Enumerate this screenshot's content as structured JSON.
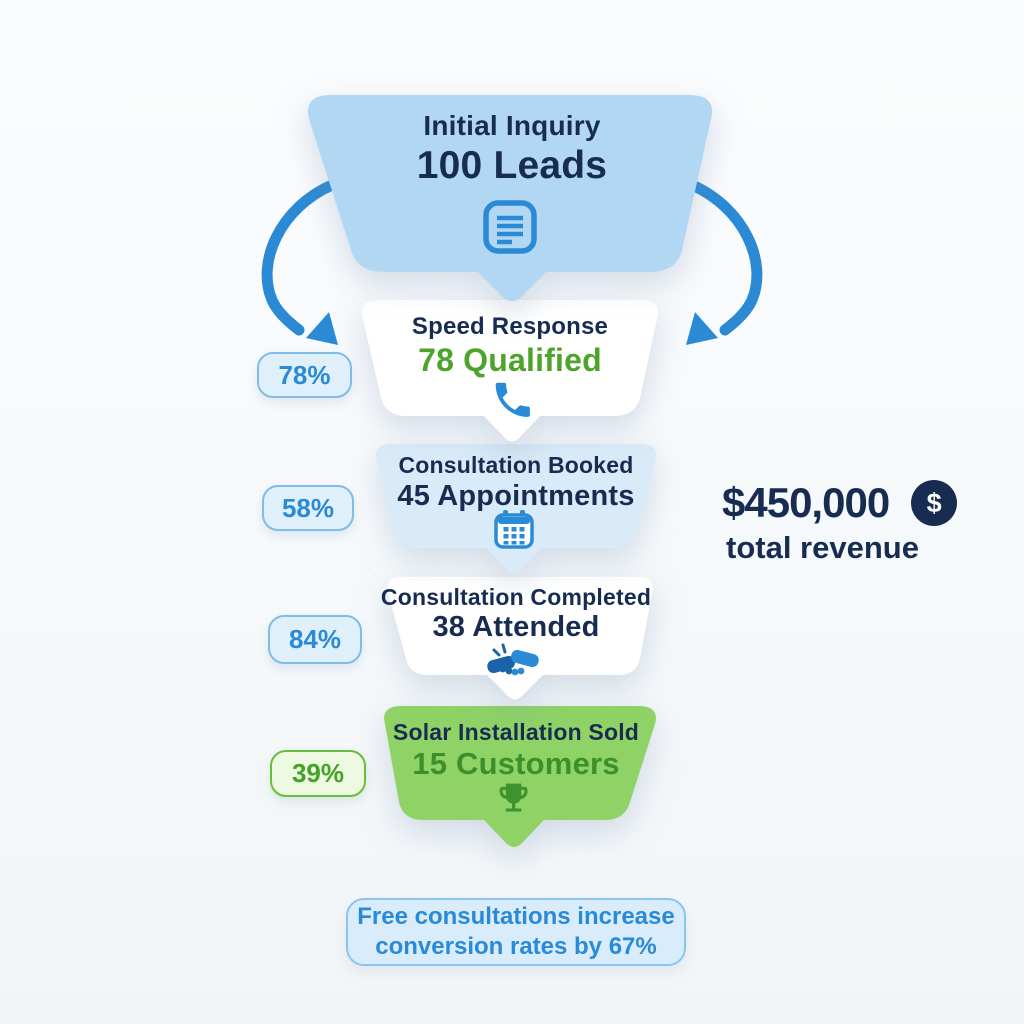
{
  "page": {
    "background_color": "#f7f9fb"
  },
  "funnel": {
    "stages": [
      {
        "title": "Initial Inquiry",
        "value": "100 Leads",
        "icon": "document-icon",
        "fill_color": "#b2d7f2",
        "title_color": "#182c52",
        "value_color": "#182c52"
      },
      {
        "title": "Speed Response",
        "value": "78 Qualified",
        "icon": "phone-icon",
        "fill_color": "#ffffff",
        "title_color": "#182c52",
        "value_color": "#4ea32b"
      },
      {
        "title": "Consultation Booked",
        "value": "45 Appointments",
        "icon": "calendar-icon",
        "fill_color": "#d9eaf8",
        "title_color": "#182c52",
        "value_color": "#182c52"
      },
      {
        "title": "Consultation Completed",
        "value": "38 Attended",
        "icon": "handshake-icon",
        "fill_color": "#ffffff",
        "title_color": "#182c52",
        "value_color": "#182c52"
      },
      {
        "title": "Solar Installation Sold",
        "value": "15 Customers",
        "icon": "trophy-icon",
        "fill_color": "#8fd366",
        "title_color": "#182c52",
        "value_color": "#3d8f2c"
      }
    ],
    "conversion_badges": [
      {
        "label": "78%",
        "scheme": "blue"
      },
      {
        "label": "58%",
        "scheme": "blue"
      },
      {
        "label": "84%",
        "scheme": "blue"
      },
      {
        "label": "39%",
        "scheme": "green"
      }
    ]
  },
  "revenue": {
    "amount": "$450,000",
    "label": "total revenue",
    "icon": "dollar-icon",
    "currency_symbol": "$"
  },
  "note": {
    "line1": "Free consultations increase",
    "line2": "conversion rates by 67%"
  },
  "colors": {
    "accent_blue": "#2a8ad6",
    "navy": "#182c52",
    "green_text": "#4ea32b",
    "dark_green": "#3d8f2c",
    "stage_blue": "#b2d7f2",
    "stage_light_blue": "#d9eaf8",
    "stage_green": "#8fd366",
    "badge_blue_bg": "#e0f0fb",
    "badge_blue_border": "#7fbce6",
    "badge_green_bg": "#edf9e0",
    "badge_green_border": "#66bd3e",
    "note_bg": "#d8ecfb",
    "note_border": "#8ac5ee"
  }
}
